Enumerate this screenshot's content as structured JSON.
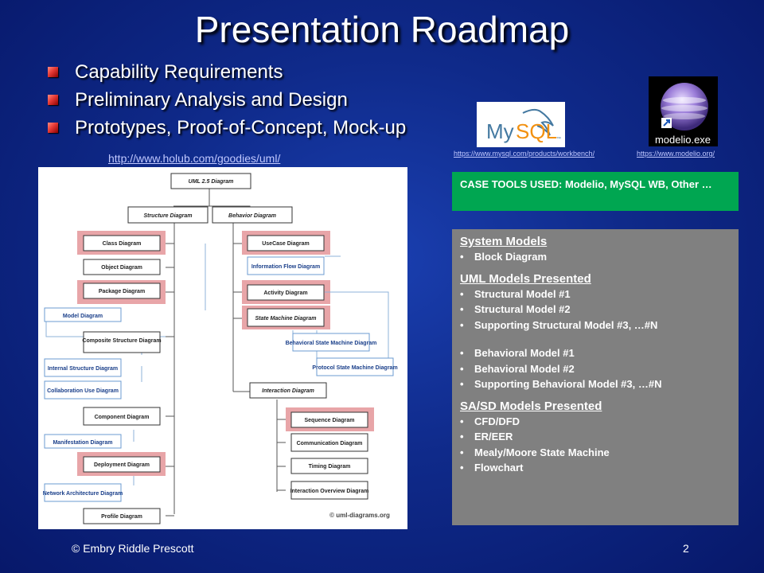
{
  "title": "Presentation Roadmap",
  "bullets": [
    "Capability Requirements",
    "Preliminary Analysis and Design",
    "Prototypes, Proof-of-Concept, Mock-up"
  ],
  "links": {
    "holub": "http://www.holub.com/goodies/uml/",
    "mysql": "https://www.mysql.com/products/workbench/",
    "modelio": "https://www.modelio.org/"
  },
  "logos": {
    "mysql": "MySQL",
    "modelio": "modelio.exe"
  },
  "diagram": {
    "root": "UML 2.5 Diagram",
    "structure": "Structure Diagram",
    "behavior": "Behavior Diagram",
    "class": "Class Diagram",
    "object": "Object Diagram",
    "package": "Package Diagram",
    "model": "Model Diagram",
    "composite": "Composite Structure Diagram",
    "internal": "Internal Structure Diagram",
    "collab": "Collaboration Use Diagram",
    "component": "Component Diagram",
    "manifestation": "Manifestation Diagram",
    "deployment": "Deployment Diagram",
    "network": "Network Architecture Diagram",
    "profile": "Profile Diagram",
    "usecase": "UseCase Diagram",
    "infoflow": "Information Flow Diagram",
    "activity": "Activity Diagram",
    "statemachine": "State Machine Diagram",
    "behavioralsm": "Behavioral State Machine Diagram",
    "protocolsm": "Protocol State Machine Diagram",
    "interaction": "Interaction Diagram",
    "sequence": "Sequence Diagram",
    "communication": "Communication Diagram",
    "timing": "Timing Diagram",
    "overview": "Interaction Overview Diagram",
    "credit": "© uml-diagrams.org"
  },
  "case_box": {
    "label": "CASE TOOLS USED:",
    "text": "Modelio, MySQL WB, Other …"
  },
  "system_models": {
    "header": "System Models",
    "items": [
      "Block Diagram"
    ]
  },
  "uml_models": {
    "header": "UML Models Presented",
    "structural": [
      "Structural Model #1",
      "Structural Model #2",
      "Supporting Structural Model #3, …#N"
    ],
    "behavioral": [
      "Behavioral Model #1",
      "Behavioral Model #2",
      "Supporting Behavioral Model #3, …#N"
    ]
  },
  "sasd_models": {
    "header": "SA/SD Models Presented",
    "items": [
      "CFD/DFD",
      "ER/EER",
      "Mealy/Moore State Machine",
      "Flowchart"
    ]
  },
  "footer": {
    "left": "© Embry Riddle Prescott",
    "right": "2"
  },
  "colors": {
    "highlight": "#e8a5a8",
    "case_box": "#00a651",
    "models_box": "#808080",
    "connector": "#8fb3d9"
  }
}
